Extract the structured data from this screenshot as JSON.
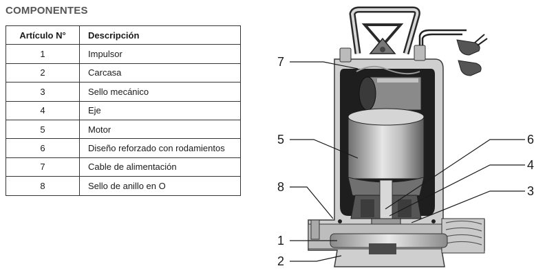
{
  "title": "COMPONENTES",
  "table": {
    "headers": [
      "Artículo N°",
      "Descripción"
    ],
    "rows": [
      {
        "num": "1",
        "desc": "Impulsor"
      },
      {
        "num": "2",
        "desc": "Carcasa"
      },
      {
        "num": "3",
        "desc": "Sello mecánico"
      },
      {
        "num": "4",
        "desc": "Eje"
      },
      {
        "num": "5",
        "desc": "Motor"
      },
      {
        "num": "6",
        "desc": "Diseño reforzado con rodamientos"
      },
      {
        "num": "7",
        "desc": "Cable de alimentación"
      },
      {
        "num": "8",
        "desc": "Sello de anillo en O"
      }
    ]
  },
  "callouts": {
    "c1": "1",
    "c2": "2",
    "c3": "3",
    "c4": "4",
    "c5": "5",
    "c6": "6",
    "c7": "7",
    "c8": "8"
  }
}
